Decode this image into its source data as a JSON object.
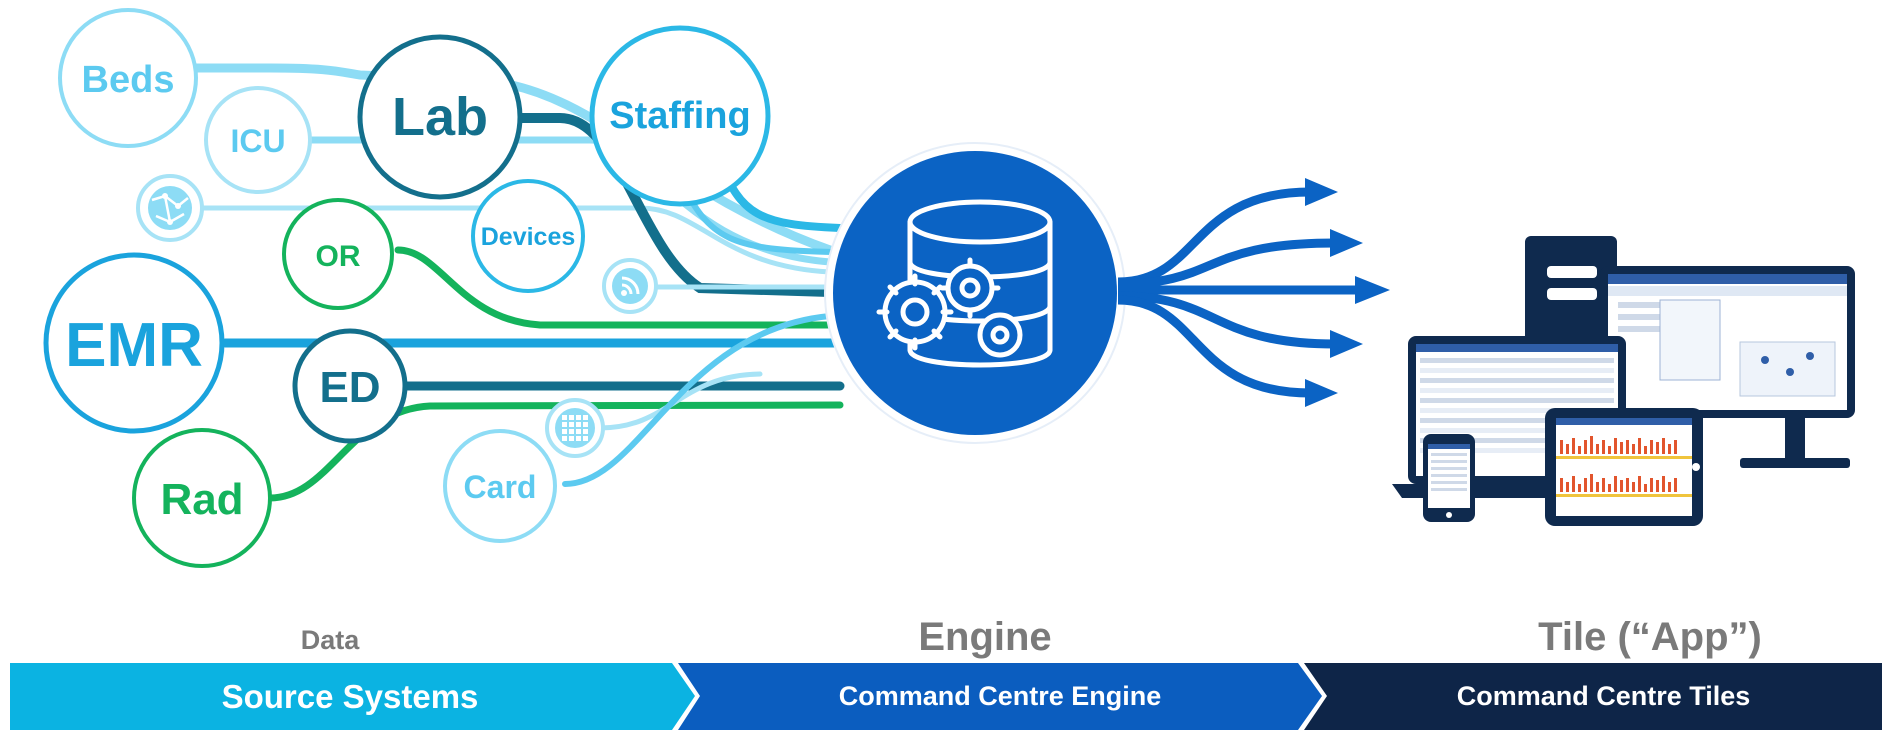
{
  "sources": {
    "beds": "Beds",
    "icu": "ICU",
    "lab": "Lab",
    "staffing": "Staffing",
    "or": "OR",
    "devices": "Devices",
    "emr": "EMR",
    "ed": "ED",
    "rad": "Rad",
    "card": "Card"
  },
  "stages": {
    "data": "Data",
    "engine": "Engine",
    "tile": "Tile (“App”)"
  },
  "banner": {
    "source_systems": "Source Systems",
    "engine": "Command Centre Engine",
    "tiles": "Command Centre Tiles"
  },
  "colors": {
    "light_blue": "#5ccaf0",
    "teal": "#136f8c",
    "cyan": "#1aa3dd",
    "green": "#14b35c",
    "engine_blue": "#0b63c4",
    "navy": "#0f2a4e",
    "banner_cyan": "#0bb3e2",
    "banner_blue": "#0b5dbf",
    "banner_navy": "#0e2548",
    "gray_text": "#7a7a7a"
  },
  "icons": [
    "globe-icon",
    "wifi-icon",
    "grid-icon",
    "database-gears-icon",
    "devices-icon"
  ]
}
